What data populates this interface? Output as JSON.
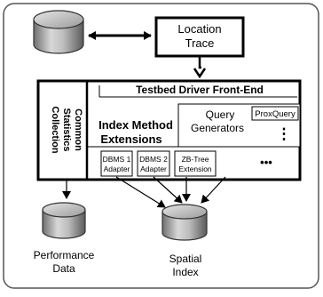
{
  "diagram": {
    "location_trace": {
      "line1": "Location",
      "line2": "Trace"
    },
    "testbed_driver": "Testbed Driver Front-End",
    "common_stats": {
      "line1": "Common",
      "line2": "Statistics",
      "line3": "Collection"
    },
    "index_method": {
      "line1": "Index Method",
      "line2": "Extensions"
    },
    "query_generators": {
      "line1": "Query",
      "line2": "Generators"
    },
    "proxquery": "ProxQuery",
    "vertical_ellipsis": "⋮",
    "adapters": [
      {
        "line1": "DBMS 1",
        "line2": "Adapter"
      },
      {
        "line1": "DBMS 2",
        "line2": "Adapter"
      },
      {
        "line1": "ZB-Tree",
        "line2": "Extension"
      }
    ],
    "horizontal_ellipsis": "•••",
    "performance_data": {
      "line1": "Performance",
      "line2": "Data"
    },
    "spatial_index": {
      "line1": "Spatial",
      "line2": "Index"
    }
  }
}
